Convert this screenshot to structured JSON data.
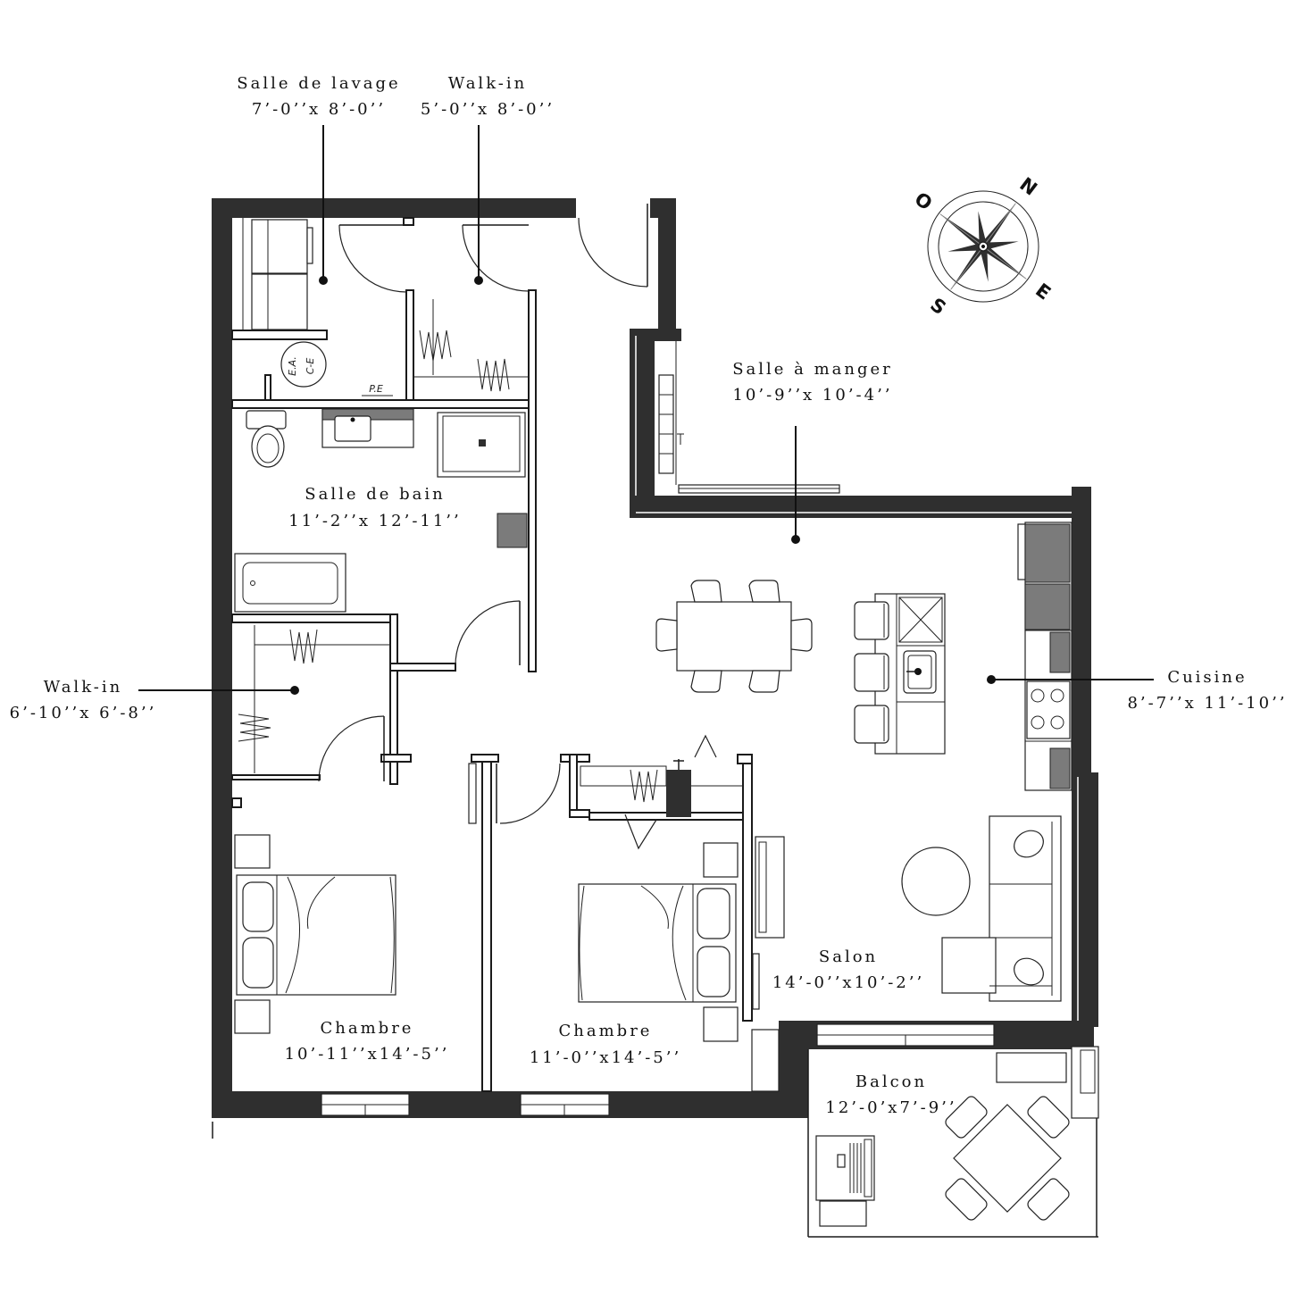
{
  "rooms": {
    "laundry": {
      "name": "Salle de lavage",
      "dims": "7’-0’’x 8’-0’’"
    },
    "walkin_top": {
      "name": "Walk-in",
      "dims": "5’-0’’x 8’-0’’"
    },
    "dining": {
      "name": "Salle à manger",
      "dims": "10’-9’’x 10’-4’’"
    },
    "bathroom": {
      "name": "Salle de bain",
      "dims": "11’-2’’x 12’-11’’"
    },
    "walkin_left": {
      "name": "Walk-in",
      "dims": "6’-10’’x 6’-8’’"
    },
    "kitchen": {
      "name": "Cuisine",
      "dims": "8’-7’’x 11’-10’’"
    },
    "living": {
      "name": "Salon",
      "dims": "14’-0’’x10’-2’’"
    },
    "bedroom_1": {
      "name": "Chambre",
      "dims": "10’-11’’x14’-5’’"
    },
    "bedroom_2": {
      "name": "Chambre",
      "dims": "11’-0’’x14’-5’’"
    },
    "balcony": {
      "name": "Balcon",
      "dims": "12’-0’x7’-9’’"
    }
  },
  "fixtures": {
    "water_heater_line1": "E.A.",
    "water_heater_line2": "C-E",
    "panel": "P.E"
  },
  "compass": {
    "north": "N",
    "east": "E",
    "south": "S",
    "west": "O"
  },
  "colors": {
    "wall": "#2f2f2f",
    "appliance": "#7b7b7b",
    "line": "#1a1a1a",
    "background": "#ffffff"
  }
}
